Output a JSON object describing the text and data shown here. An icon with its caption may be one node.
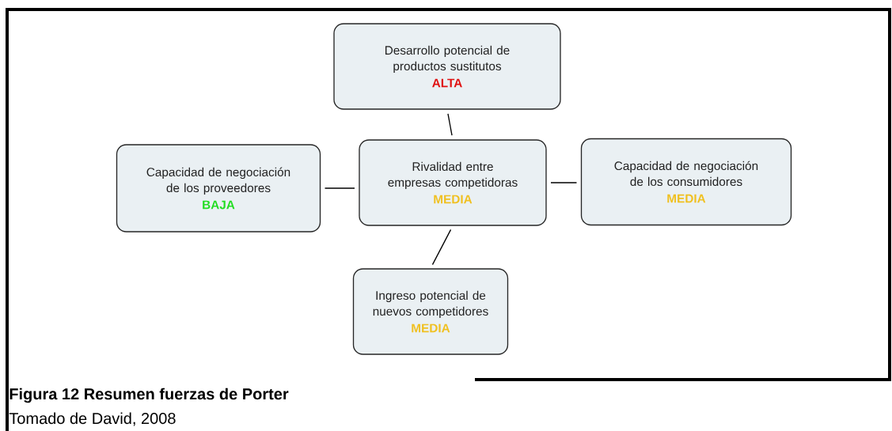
{
  "diagram": {
    "caption": "Figura 12 Resumen fuerzas de Porter",
    "nodes": [
      {
        "text": [
          "Desarrollo potencial de productos sustitutos",
          "ALTA"
        ]
      },
      {
        "text": [
          "Capacidad de negociación de los proveedores",
          "BAJA"
        ]
      },
      {
        "text": [
          "Rivalidad entre empresas competidoras",
          "MEDIA"
        ]
      },
      {
        "text": [
          "Capacidad de negociación de los consumidores",
          "MEDIA"
        ]
      },
      {
        "text": [
          "Ingreso potencial de nuevos competidores",
          "MEDIA"
        ]
      }
    ],
    "edges": [
      {
        "from": 0,
        "to": 2,
        "arrow": "none"
      },
      {
        "from": 1,
        "to": 2,
        "arrow": "none"
      },
      {
        "from": 2,
        "to": 3,
        "arrow": "none"
      },
      {
        "from": 2,
        "to": 4,
        "arrow": "none"
      }
    ],
    "labels": [
      "Tomado de  David, 2008"
    ]
  }
}
